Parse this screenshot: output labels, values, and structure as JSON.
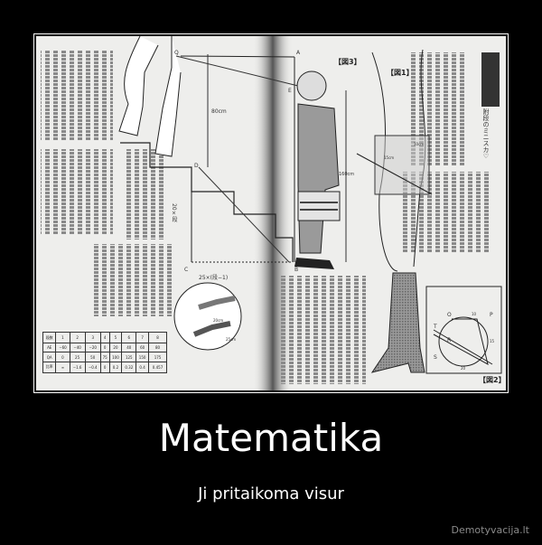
{
  "poster": {
    "title": "Matematika",
    "subtitle": "Ji pritaikoma visur",
    "watermark": "Demotyvacija.lt",
    "colors": {
      "background": "#000000",
      "text": "#ffffff",
      "watermark": "#8a8a8a"
    }
  },
  "photo": {
    "figure_labels": {
      "fig3": "【図3】",
      "fig1": "【図1】",
      "fig2": "【図2】"
    },
    "heading": "附段のミニスカ♡",
    "measurements": {
      "height_80": "80cm",
      "height_160": "160cm",
      "rise": "20×段",
      "run": "25×(段−1)",
      "step_rise": "20cm",
      "step_run": "25cm",
      "offset_10": "10cm",
      "offset_15": "15cm"
    },
    "points": [
      "Q",
      "A",
      "E",
      "D",
      "C",
      "B",
      "O",
      "P",
      "R",
      "S",
      "T"
    ],
    "fig2_numbers": [
      "10",
      "15",
      "20"
    ],
    "table": {
      "headers": [
        "段数",
        "1",
        "2",
        "3",
        "4",
        "5",
        "6",
        "7",
        "8"
      ],
      "rows": [
        [
          "AE",
          "−60",
          "−40",
          "−20",
          "0",
          "20",
          "40",
          "60",
          "80"
        ],
        [
          "QA",
          "0",
          "25",
          "50",
          "75",
          "100",
          "125",
          "150",
          "175"
        ],
        [
          "比率",
          "∞",
          "−1.6",
          "−0.4",
          "0",
          "0.2",
          "0.32",
          "0.4",
          "0.457"
        ]
      ]
    }
  }
}
